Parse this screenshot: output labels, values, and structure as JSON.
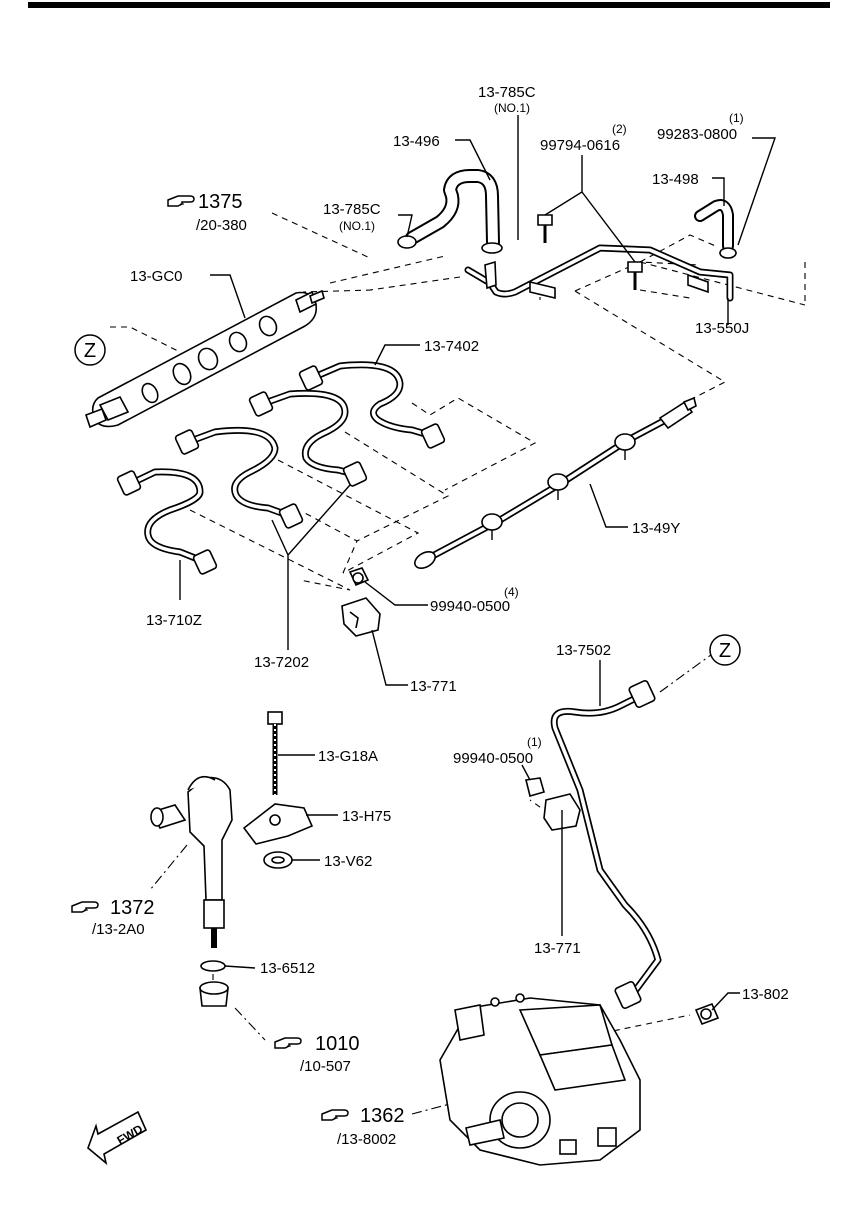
{
  "callouts": {
    "p13_785C_top": "13-785C",
    "p13_785C_top_note": "(NO.1)",
    "p13_496": "13-496",
    "p99794": "99794-0616",
    "p99794_qty": "(2)",
    "p99283": "99283-0800",
    "p99283_qty": "(1)",
    "p13_498": "13-498",
    "p13_785C_left": "13-785C",
    "p13_785C_left_note": "(NO.1)",
    "p13_550J": "13-550J",
    "p13_GC0": "13-GC0",
    "p13_7402": "13-7402",
    "p13_49Y": "13-49Y",
    "p13_710Z": "13-710Z",
    "p13_7202": "13-7202",
    "p99940_top": "99940-0500",
    "p99940_top_qty": "(4)",
    "p13_771_top": "13-771",
    "p13_7502": "13-7502",
    "p99940_bottom": "99940-0500",
    "p99940_bottom_qty": "(1)",
    "p13_G18A": "13-G18A",
    "p13_H75": "13-H75",
    "p13_V62": "13-V62",
    "p13_771_bottom": "13-771",
    "p13_6512": "13-6512",
    "p13_802": "13-802"
  },
  "references": {
    "r1375": "1375",
    "r1375_sub": "/20-380",
    "r1372": "1372",
    "r1372_sub": "/13-2A0",
    "r1010": "1010",
    "r1010_sub": "/10-507",
    "r1362": "1362",
    "r1362_sub": "/13-8002"
  },
  "markers": {
    "z_left": "Z",
    "z_right": "Z"
  },
  "fwd_label": "FWD",
  "icons": {
    "reference": "pointing-hand-icon",
    "direction": "forward-arrow-icon"
  }
}
